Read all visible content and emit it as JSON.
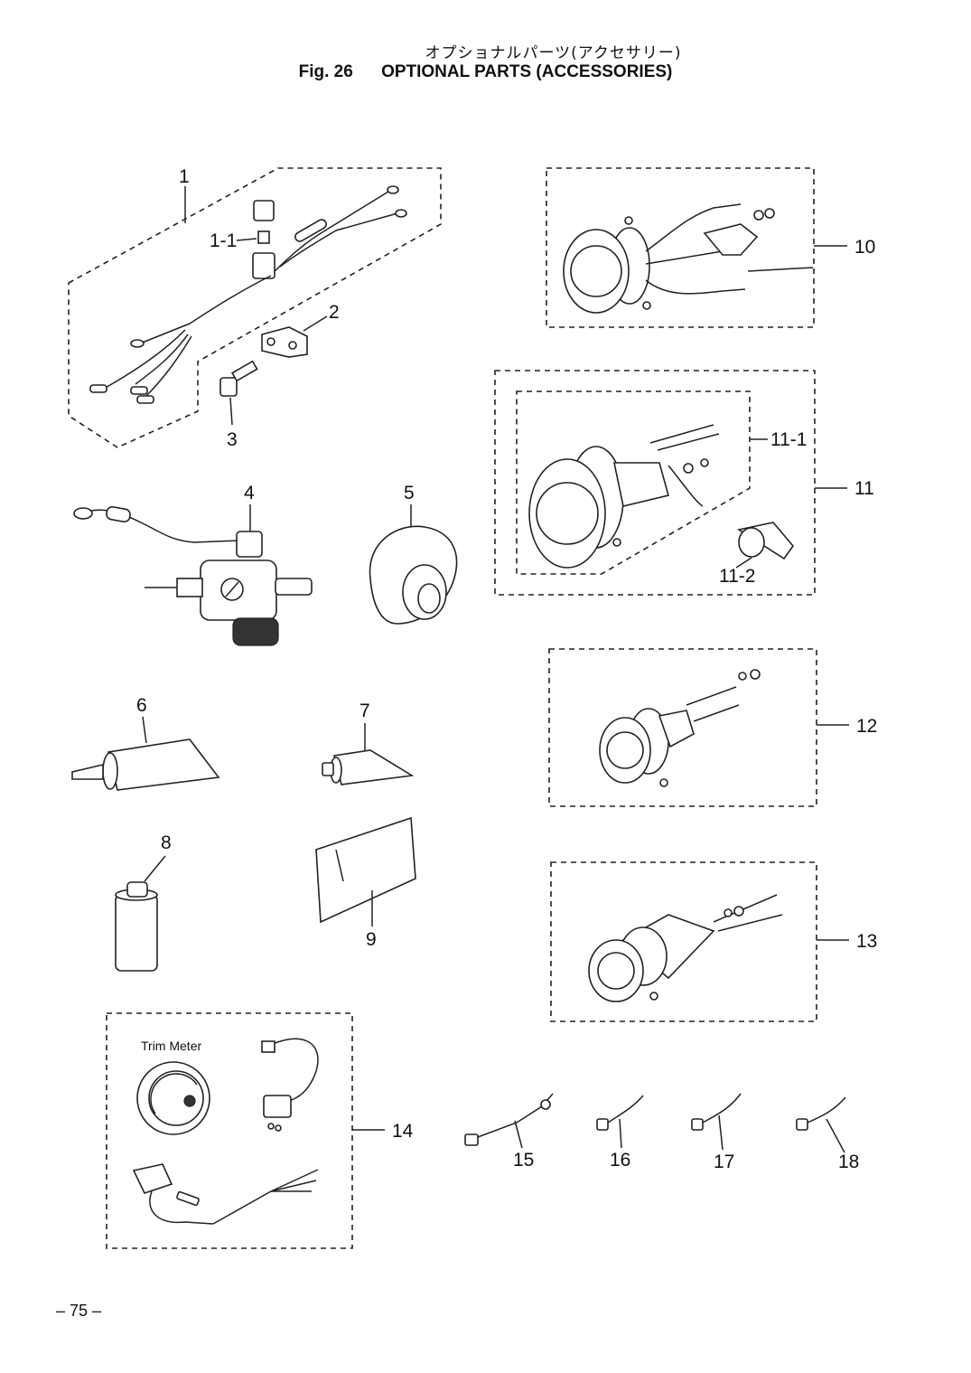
{
  "title": {
    "japanese": "オプショナルパーツ(アクセサリー)",
    "figure": "Fig. 26",
    "english": "OPTIONAL PARTS (ACCESSORIES)"
  },
  "callouts": [
    "1",
    "1-1",
    "2",
    "3",
    "4",
    "5",
    "6",
    "7",
    "8",
    "9",
    "10",
    "11",
    "11-1",
    "11-2",
    "12",
    "13",
    "14",
    "15",
    "16",
    "17",
    "18"
  ],
  "trim_meter_label": "Trim Meter",
  "page_number": "– 75 –"
}
